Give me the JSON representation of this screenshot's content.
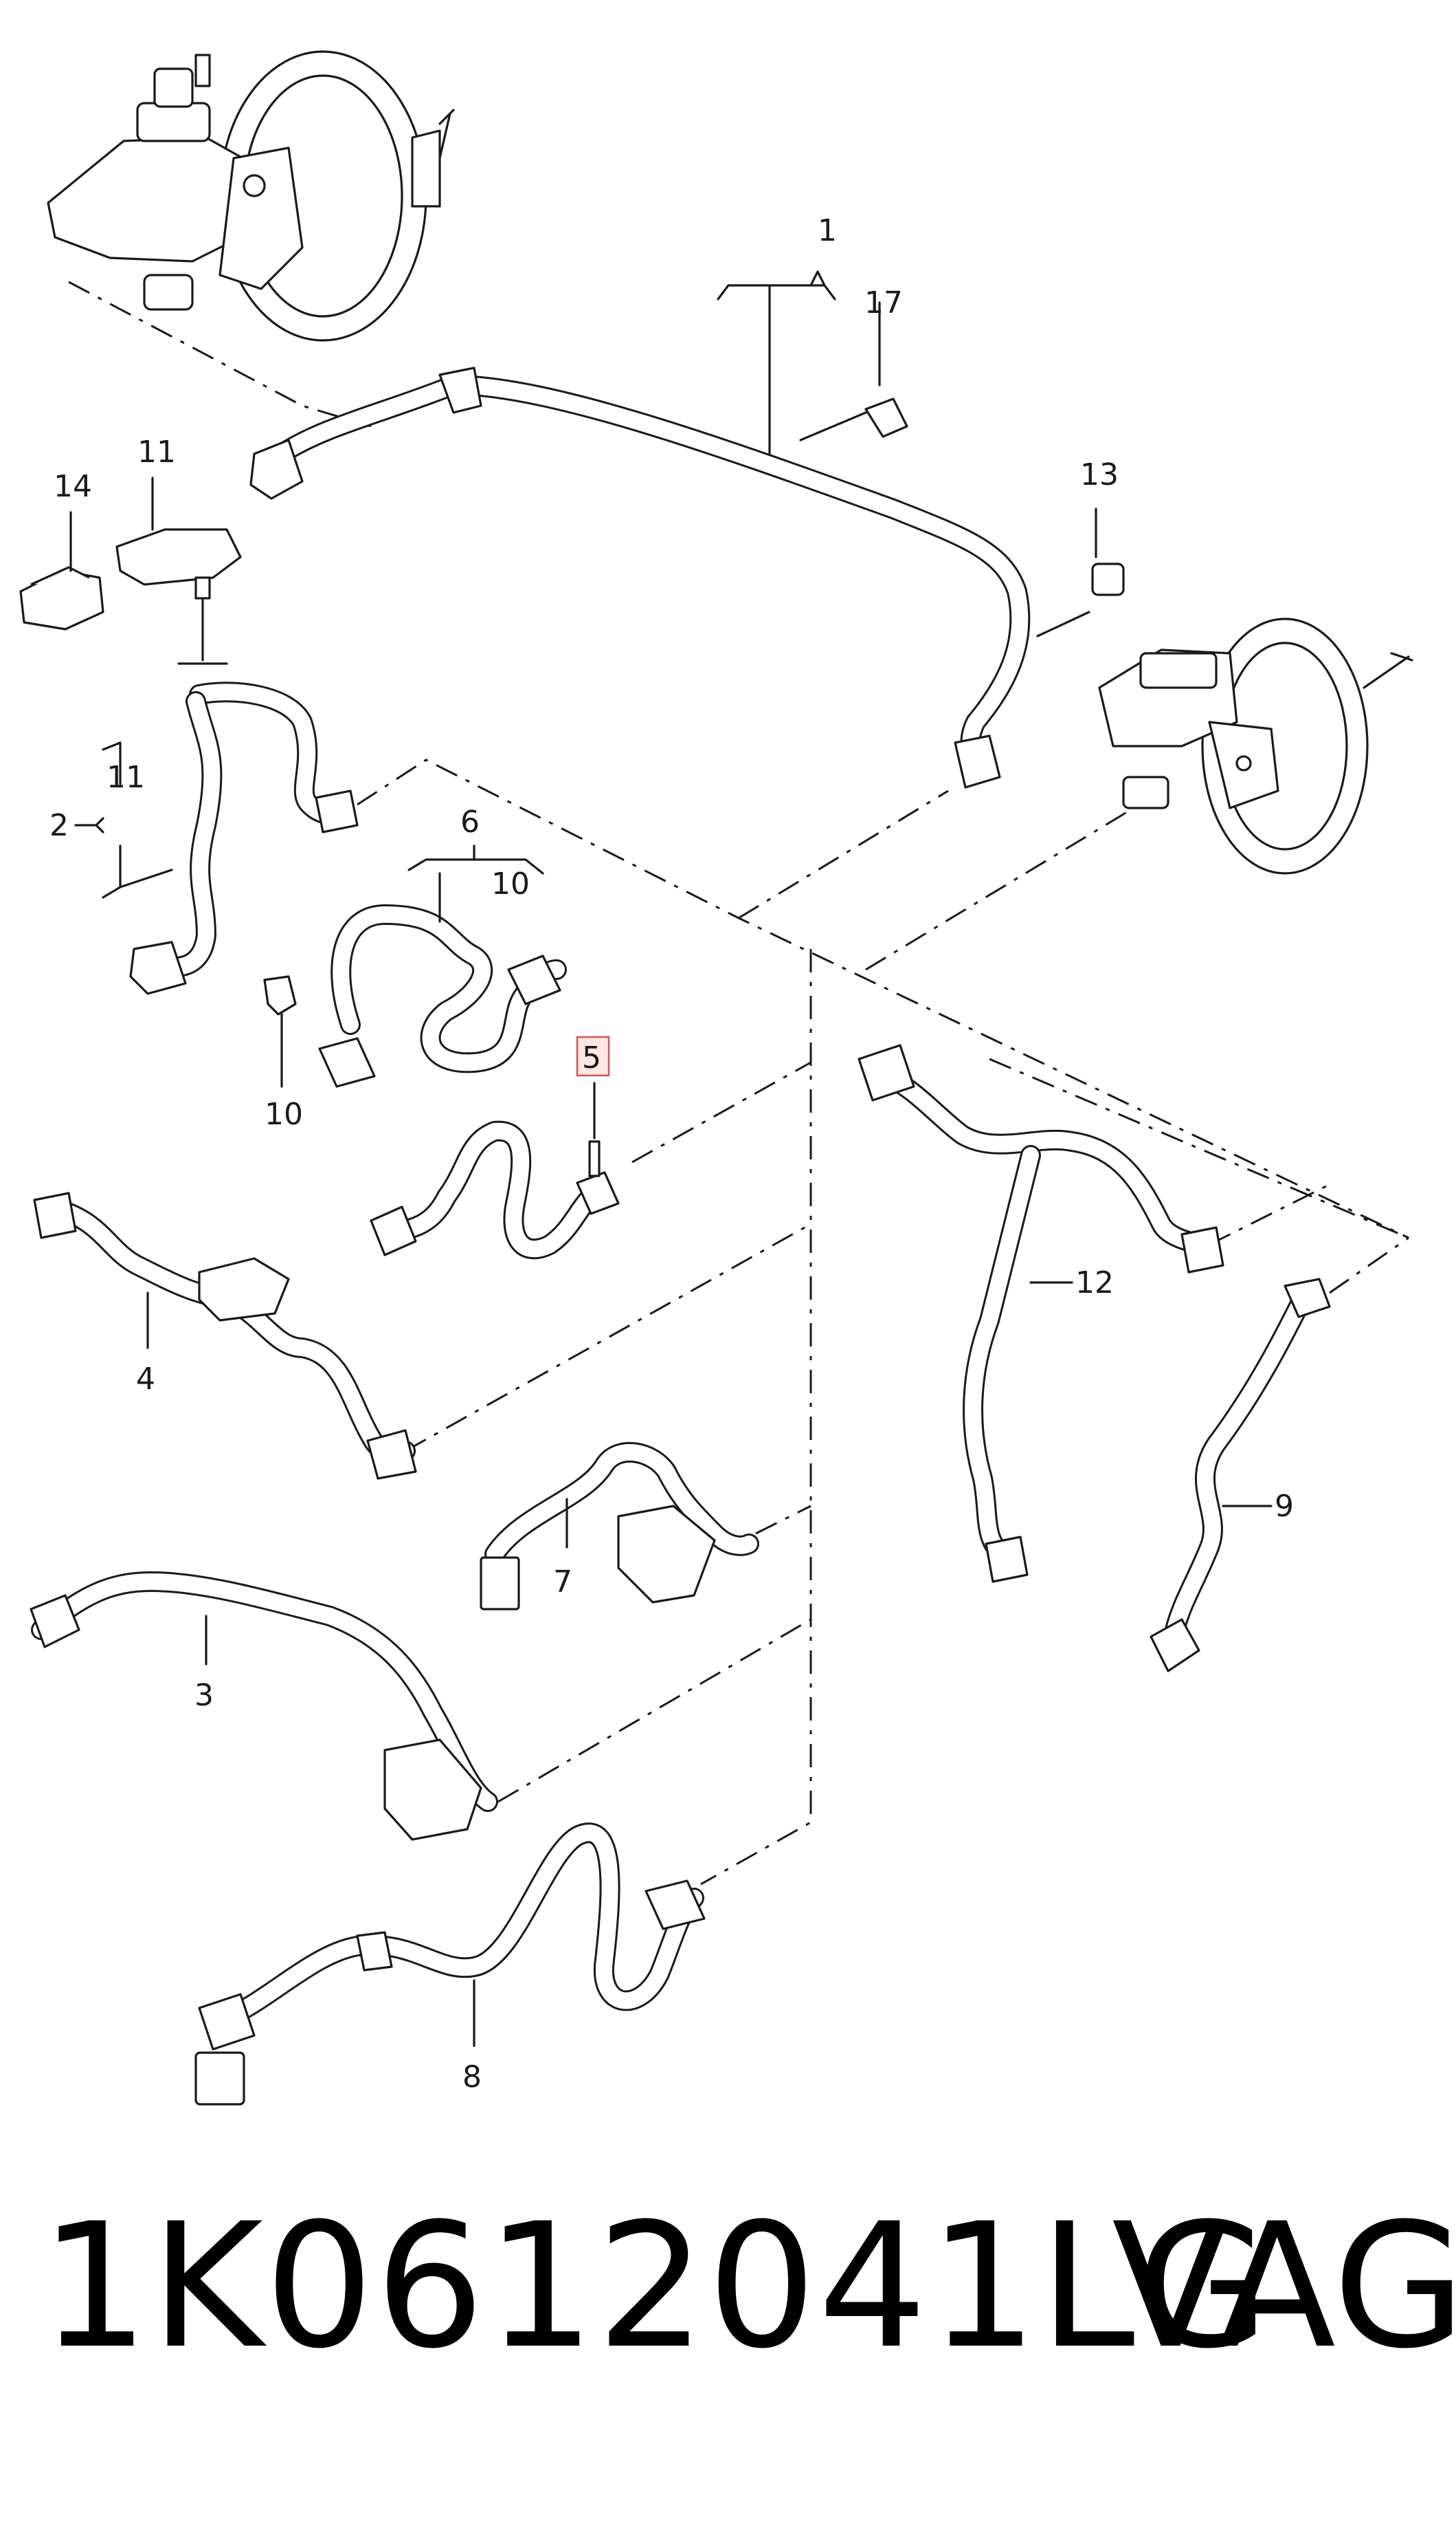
{
  "callouts": {
    "c1": "1",
    "c2": "2",
    "c3": "3",
    "c4": "4",
    "c5": "5",
    "c6": "6",
    "c7": "7",
    "c8": "8",
    "c9": "9",
    "c10a": "10",
    "c10b": "10",
    "c11a": "11",
    "c11b": "11",
    "c12": "12",
    "c13": "13",
    "c14": "14",
    "c17": "17"
  },
  "highlighted_callout": "5",
  "caption": {
    "part_number": "1K0612041LG",
    "brand": "VAG"
  }
}
